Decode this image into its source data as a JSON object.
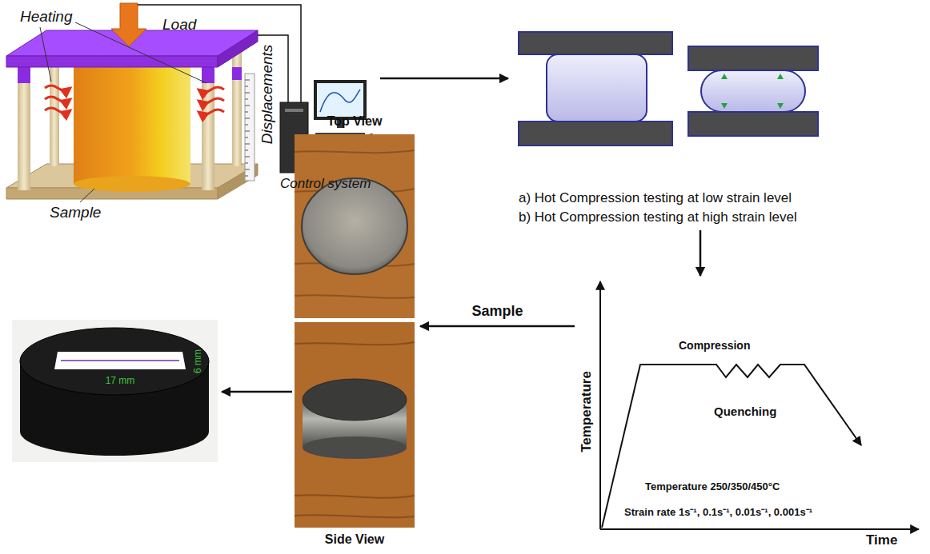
{
  "diagram": {
    "nodes": [
      {
        "text": [
          "Heating",
          "Load",
          "Displacements",
          "Control system",
          "Sample"
        ]
      },
      {
        "text": [
          "a) Hot Compression testing at low strain level",
          "b) Hot Compression testing at high strain level"
        ]
      },
      {
        "text": [
          "Compression",
          "Quenching",
          "Temperature 250/350/450°C",
          "Strain rate 1s⁻¹, 0.1s⁻¹, 0.01s⁻¹, 0.001s⁻¹",
          "Temperature",
          "Time"
        ]
      },
      {
        "text": [
          "Top View",
          "Side View"
        ]
      },
      {
        "text": [
          "17 mm",
          "6 mm"
        ]
      }
    ],
    "edges": [
      {
        "from": 0,
        "to": 1,
        "arrow": "to"
      },
      {
        "from": 1,
        "to": 2,
        "arrow": "to"
      },
      {
        "from": 2,
        "to": 3,
        "label": "Sample",
        "arrow": "to"
      },
      {
        "from": 3,
        "to": 4,
        "arrow": "to"
      }
    ]
  }
}
